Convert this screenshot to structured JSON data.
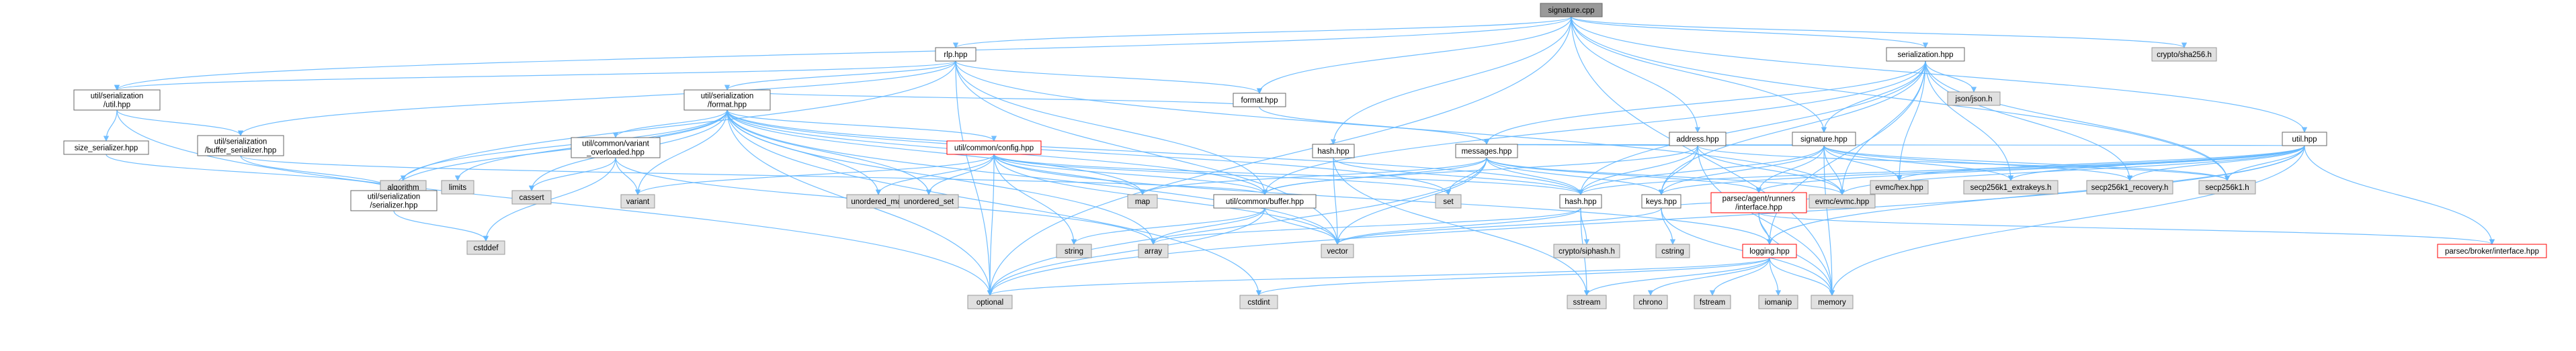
{
  "colors": {
    "edge": "#63b8ff",
    "root_fill": "#999999",
    "root_stroke": "#666666",
    "node_fill": "#ffffff",
    "node_stroke": "#666666",
    "system_fill": "#e0e0e0",
    "system_stroke": "#999999",
    "missing_stroke": "#ff0000"
  },
  "nodes": [
    {
      "id": "signature_cpp",
      "lines": [
        "signature.cpp"
      ],
      "kind": "root"
    },
    {
      "id": "rlp_hpp",
      "lines": [
        "rlp.hpp"
      ],
      "kind": "doc"
    },
    {
      "id": "serialization_hpp",
      "lines": [
        "serialization.hpp"
      ],
      "kind": "doc"
    },
    {
      "id": "crypto_sha256_h",
      "lines": [
        "crypto/sha256.h"
      ],
      "kind": "system"
    },
    {
      "id": "util_serialization_util_hpp",
      "lines": [
        "util/serialization",
        "/util.hpp"
      ],
      "kind": "doc"
    },
    {
      "id": "util_serialization_format_hpp",
      "lines": [
        "util/serialization",
        "/format.hpp"
      ],
      "kind": "doc"
    },
    {
      "id": "format_hpp",
      "lines": [
        "format.hpp"
      ],
      "kind": "doc"
    },
    {
      "id": "hash_hpp_mid",
      "lines": [
        "hash.hpp"
      ],
      "kind": "doc"
    },
    {
      "id": "address_hpp",
      "lines": [
        "address.hpp"
      ],
      "kind": "doc"
    },
    {
      "id": "signature_hpp",
      "lines": [
        "signature.hpp"
      ],
      "kind": "doc"
    },
    {
      "id": "json_json_h",
      "lines": [
        "json/json.h"
      ],
      "kind": "system"
    },
    {
      "id": "util_hpp",
      "lines": [
        "util.hpp"
      ],
      "kind": "doc"
    },
    {
      "id": "size_serializer_hpp",
      "lines": [
        "size_serializer.hpp"
      ],
      "kind": "doc"
    },
    {
      "id": "buffer_serializer_hpp",
      "lines": [
        "util/serialization",
        "/buffer_serializer.hpp"
      ],
      "kind": "doc"
    },
    {
      "id": "algorithm",
      "lines": [
        "algorithm"
      ],
      "kind": "system"
    },
    {
      "id": "limits",
      "lines": [
        "limits"
      ],
      "kind": "system"
    },
    {
      "id": "variant_overloaded_hpp",
      "lines": [
        "util/common/variant",
        "_overloaded.hpp"
      ],
      "kind": "doc"
    },
    {
      "id": "util_common_config_hpp",
      "lines": [
        "util/common/config.hpp"
      ],
      "kind": "missing"
    },
    {
      "id": "messages_hpp",
      "lines": [
        "messages.hpp"
      ],
      "kind": "doc"
    },
    {
      "id": "evmc_hex_hpp",
      "lines": [
        "evmc/hex.hpp"
      ],
      "kind": "system"
    },
    {
      "id": "secp256k1_extrakeys_h",
      "lines": [
        "secp256k1_extrakeys.h"
      ],
      "kind": "system"
    },
    {
      "id": "secp256k1_recovery_h",
      "lines": [
        "secp256k1_recovery.h"
      ],
      "kind": "system"
    },
    {
      "id": "secp256k1_h",
      "lines": [
        "secp256k1.h"
      ],
      "kind": "system"
    },
    {
      "id": "util_serialization_serializer_hpp",
      "lines": [
        "util/serialization",
        "/serializer.hpp"
      ],
      "kind": "doc"
    },
    {
      "id": "cassert",
      "lines": [
        "cassert"
      ],
      "kind": "system"
    },
    {
      "id": "variant",
      "lines": [
        "variant"
      ],
      "kind": "system"
    },
    {
      "id": "unordered_map",
      "lines": [
        "unordered_map"
      ],
      "kind": "system"
    },
    {
      "id": "unordered_set",
      "lines": [
        "unordered_set"
      ],
      "kind": "system"
    },
    {
      "id": "map",
      "lines": [
        "map"
      ],
      "kind": "system"
    },
    {
      "id": "util_common_buffer_hpp",
      "lines": [
        "util/common/buffer.hpp"
      ],
      "kind": "doc"
    },
    {
      "id": "set",
      "lines": [
        "set"
      ],
      "kind": "system"
    },
    {
      "id": "hash_hpp",
      "lines": [
        "hash.hpp"
      ],
      "kind": "doc"
    },
    {
      "id": "keys_hpp",
      "lines": [
        "keys.hpp"
      ],
      "kind": "doc"
    },
    {
      "id": "agent_runners_interface_hpp",
      "lines": [
        "parsec/agent/runners",
        "/interface.hpp"
      ],
      "kind": "missing"
    },
    {
      "id": "evmc_evmc_hpp",
      "lines": [
        "evmc/evmc.hpp"
      ],
      "kind": "system"
    },
    {
      "id": "cstddef",
      "lines": [
        "cstddef"
      ],
      "kind": "system"
    },
    {
      "id": "string",
      "lines": [
        "string"
      ],
      "kind": "system"
    },
    {
      "id": "array",
      "lines": [
        "array"
      ],
      "kind": "system"
    },
    {
      "id": "vector",
      "lines": [
        "vector"
      ],
      "kind": "system"
    },
    {
      "id": "crypto_siphash_h",
      "lines": [
        "crypto/siphash.h"
      ],
      "kind": "system"
    },
    {
      "id": "cstring",
      "lines": [
        "cstring"
      ],
      "kind": "system"
    },
    {
      "id": "logging_hpp",
      "lines": [
        "logging.hpp"
      ],
      "kind": "missing"
    },
    {
      "id": "broker_interface_hpp",
      "lines": [
        "parsec/broker/interface.hpp"
      ],
      "kind": "missing"
    },
    {
      "id": "optional",
      "lines": [
        "optional"
      ],
      "kind": "system"
    },
    {
      "id": "cstdint",
      "lines": [
        "cstdint"
      ],
      "kind": "system"
    },
    {
      "id": "sstream",
      "lines": [
        "sstream"
      ],
      "kind": "system"
    },
    {
      "id": "chrono",
      "lines": [
        "chrono"
      ],
      "kind": "system"
    },
    {
      "id": "fstream",
      "lines": [
        "fstream"
      ],
      "kind": "system"
    },
    {
      "id": "iomanip",
      "lines": [
        "iomanip"
      ],
      "kind": "system"
    },
    {
      "id": "memory",
      "lines": [
        "memory"
      ],
      "kind": "system"
    }
  ],
  "edges": [
    [
      "signature_cpp",
      "rlp_hpp"
    ],
    [
      "signature_cpp",
      "serialization_hpp"
    ],
    [
      "signature_cpp",
      "crypto_sha256_h"
    ],
    [
      "signature_cpp",
      "util_serialization_util_hpp"
    ],
    [
      "signature_cpp",
      "format_hpp"
    ],
    [
      "signature_cpp",
      "hash_hpp_mid"
    ],
    [
      "signature_cpp",
      "address_hpp"
    ],
    [
      "signature_cpp",
      "signature_hpp"
    ],
    [
      "signature_cpp",
      "util_hpp"
    ],
    [
      "signature_cpp",
      "optional"
    ],
    [
      "signature_cpp",
      "secp256k1_h"
    ],
    [
      "signature_cpp",
      "memory"
    ],
    [
      "rlp_hpp",
      "util_serialization_util_hpp"
    ],
    [
      "rlp_hpp",
      "util_serialization_format_hpp"
    ],
    [
      "rlp_hpp",
      "format_hpp"
    ],
    [
      "rlp_hpp",
      "util_common_buffer_hpp"
    ],
    [
      "rlp_hpp",
      "buffer_serializer_hpp"
    ],
    [
      "rlp_hpp",
      "optional"
    ],
    [
      "rlp_hpp",
      "evmc_evmc_hpp"
    ],
    [
      "rlp_hpp",
      "vector"
    ],
    [
      "rlp_hpp",
      "util_serialization_serializer_hpp"
    ],
    [
      "util_serialization_util_hpp",
      "size_serializer_hpp"
    ],
    [
      "util_serialization_util_hpp",
      "buffer_serializer_hpp"
    ],
    [
      "util_serialization_util_hpp",
      "optional"
    ],
    [
      "size_serializer_hpp",
      "util_serialization_serializer_hpp"
    ],
    [
      "buffer_serializer_hpp",
      "util_serialization_serializer_hpp"
    ],
    [
      "buffer_serializer_hpp",
      "util_common_buffer_hpp"
    ],
    [
      "util_serialization_serializer_hpp",
      "cstddef"
    ],
    [
      "util_serialization_format_hpp",
      "algorithm"
    ],
    [
      "util_serialization_format_hpp",
      "limits"
    ],
    [
      "util_serialization_format_hpp",
      "variant_overloaded_hpp"
    ],
    [
      "util_serialization_format_hpp",
      "util_common_config_hpp"
    ],
    [
      "util_serialization_format_hpp",
      "util_serialization_serializer_hpp"
    ],
    [
      "util_serialization_format_hpp",
      "cassert"
    ],
    [
      "util_serialization_format_hpp",
      "variant"
    ],
    [
      "util_serialization_format_hpp",
      "unordered_map"
    ],
    [
      "util_serialization_format_hpp",
      "unordered_set"
    ],
    [
      "util_serialization_format_hpp",
      "map"
    ],
    [
      "util_serialization_format_hpp",
      "set"
    ],
    [
      "util_serialization_format_hpp",
      "optional"
    ],
    [
      "util_serialization_format_hpp",
      "array"
    ],
    [
      "util_serialization_format_hpp",
      "vector"
    ],
    [
      "util_serialization_format_hpp",
      "cstdint"
    ],
    [
      "util_serialization_format_hpp",
      "hash_hpp"
    ],
    [
      "util_serialization_format_hpp",
      "util_common_buffer_hpp"
    ],
    [
      "variant_overloaded_hpp",
      "variant"
    ],
    [
      "variant_overloaded_hpp",
      "cassert"
    ],
    [
      "variant_overloaded_hpp",
      "cstddef"
    ],
    [
      "variant_overloaded_hpp",
      "array"
    ],
    [
      "util_common_config_hpp",
      "unordered_map"
    ],
    [
      "util_common_config_hpp",
      "unordered_set"
    ],
    [
      "util_common_config_hpp",
      "map"
    ],
    [
      "util_common_config_hpp",
      "variant"
    ],
    [
      "util_common_config_hpp",
      "optional"
    ],
    [
      "util_common_config_hpp",
      "string"
    ],
    [
      "util_common_config_hpp",
      "vector"
    ],
    [
      "util_common_config_hpp",
      "util_common_buffer_hpp"
    ],
    [
      "util_common_config_hpp",
      "hash_hpp"
    ],
    [
      "util_common_config_hpp",
      "set"
    ],
    [
      "util_common_config_hpp",
      "logging_hpp"
    ],
    [
      "format_hpp",
      "messages_hpp"
    ],
    [
      "format_hpp",
      "util_serialization_format_hpp"
    ],
    [
      "hash_hpp_mid",
      "hash_hpp"
    ],
    [
      "hash_hpp_mid",
      "sstream"
    ],
    [
      "hash_hpp_mid",
      "vector"
    ],
    [
      "serialization_hpp",
      "json_json_h"
    ],
    [
      "serialization_hpp",
      "messages_hpp"
    ],
    [
      "serialization_hpp",
      "signature_hpp"
    ],
    [
      "serialization_hpp",
      "evmc_hex_hpp"
    ],
    [
      "serialization_hpp",
      "secp256k1_extrakeys_h"
    ],
    [
      "serialization_hpp",
      "secp256k1_recovery_h"
    ],
    [
      "serialization_hpp",
      "secp256k1_h"
    ],
    [
      "serialization_hpp",
      "util_common_buffer_hpp"
    ],
    [
      "serialization_hpp",
      "hash_hpp"
    ],
    [
      "serialization_hpp",
      "keys_hpp"
    ],
    [
      "serialization_hpp",
      "evmc_evmc_hpp"
    ],
    [
      "serialization_hpp",
      "logging_hpp"
    ],
    [
      "address_hpp",
      "messages_hpp"
    ],
    [
      "address_hpp",
      "hash_hpp"
    ],
    [
      "address_hpp",
      "keys_hpp"
    ],
    [
      "address_hpp",
      "evmc_evmc_hpp"
    ],
    [
      "address_hpp",
      "util_common_buffer_hpp"
    ],
    [
      "address_hpp",
      "secp256k1_h"
    ],
    [
      "address_hpp",
      "memory"
    ],
    [
      "signature_hpp",
      "messages_hpp"
    ],
    [
      "signature_hpp",
      "hash_hpp"
    ],
    [
      "signature_hpp",
      "keys_hpp"
    ],
    [
      "signature_hpp",
      "evmc_hex_hpp"
    ],
    [
      "signature_hpp",
      "secp256k1_extrakeys_h"
    ],
    [
      "signature_hpp",
      "secp256k1_recovery_h"
    ],
    [
      "signature_hpp",
      "secp256k1_h"
    ],
    [
      "signature_hpp",
      "evmc_evmc_hpp"
    ],
    [
      "signature_hpp",
      "memory"
    ],
    [
      "signature_hpp",
      "agent_runners_interface_hpp"
    ],
    [
      "util_hpp",
      "messages_hpp"
    ],
    [
      "util_hpp",
      "evmc_hex_hpp"
    ],
    [
      "util_hpp",
      "secp256k1_extrakeys_h"
    ],
    [
      "util_hpp",
      "secp256k1_recovery_h"
    ],
    [
      "util_hpp",
      "secp256k1_h"
    ],
    [
      "util_hpp",
      "hash_hpp"
    ],
    [
      "util_hpp",
      "keys_hpp"
    ],
    [
      "util_hpp",
      "evmc_evmc_hpp"
    ],
    [
      "util_hpp",
      "agent_runners_interface_hpp"
    ],
    [
      "util_hpp",
      "broker_interface_hpp"
    ],
    [
      "util_hpp",
      "logging_hpp"
    ],
    [
      "util_hpp",
      "memory"
    ],
    [
      "util_hpp",
      "optional"
    ],
    [
      "messages_hpp",
      "map"
    ],
    [
      "messages_hpp",
      "set"
    ],
    [
      "messages_hpp",
      "hash_hpp"
    ],
    [
      "messages_hpp",
      "keys_hpp"
    ],
    [
      "messages_hpp",
      "util_common_buffer_hpp"
    ],
    [
      "messages_hpp",
      "evmc_evmc_hpp"
    ],
    [
      "messages_hpp",
      "agent_runners_interface_hpp"
    ],
    [
      "messages_hpp",
      "optional"
    ],
    [
      "messages_hpp",
      "vector"
    ],
    [
      "util_common_buffer_hpp",
      "string"
    ],
    [
      "util_common_buffer_hpp",
      "array"
    ],
    [
      "util_common_buffer_hpp",
      "vector"
    ],
    [
      "util_common_buffer_hpp",
      "optional"
    ],
    [
      "hash_hpp",
      "crypto_siphash_h"
    ],
    [
      "hash_hpp",
      "sstream"
    ],
    [
      "hash_hpp",
      "vector"
    ],
    [
      "hash_hpp",
      "array"
    ],
    [
      "keys_hpp",
      "cstring"
    ],
    [
      "keys_hpp",
      "memory"
    ],
    [
      "keys_hpp",
      "vector"
    ],
    [
      "keys_hpp",
      "evmc_evmc_hpp"
    ],
    [
      "agent_runners_interface_hpp",
      "logging_hpp"
    ],
    [
      "agent_runners_interface_hpp",
      "broker_interface_hpp"
    ],
    [
      "agent_runners_interface_hpp",
      "memory"
    ],
    [
      "logging_hpp",
      "optional"
    ],
    [
      "logging_hpp",
      "cstdint"
    ],
    [
      "logging_hpp",
      "sstream"
    ],
    [
      "logging_hpp",
      "chrono"
    ],
    [
      "logging_hpp",
      "fstream"
    ],
    [
      "logging_hpp",
      "iomanip"
    ],
    [
      "logging_hpp",
      "memory"
    ]
  ]
}
